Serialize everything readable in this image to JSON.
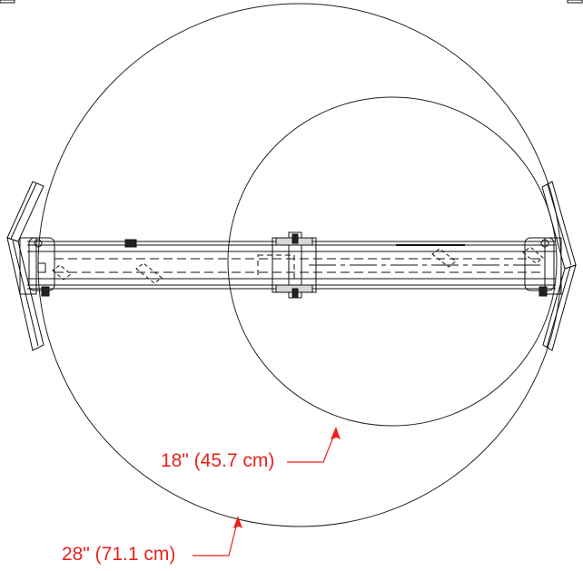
{
  "diagram": {
    "dimensions": [
      {
        "id": "small-swing",
        "text": "18\" (45.7 cm)"
      },
      {
        "id": "large-swing",
        "text": "28\" (71.1 cm)"
      }
    ],
    "colors": {
      "line": "#111111",
      "dimension": "#e8231c",
      "background": "#ffffff"
    }
  }
}
